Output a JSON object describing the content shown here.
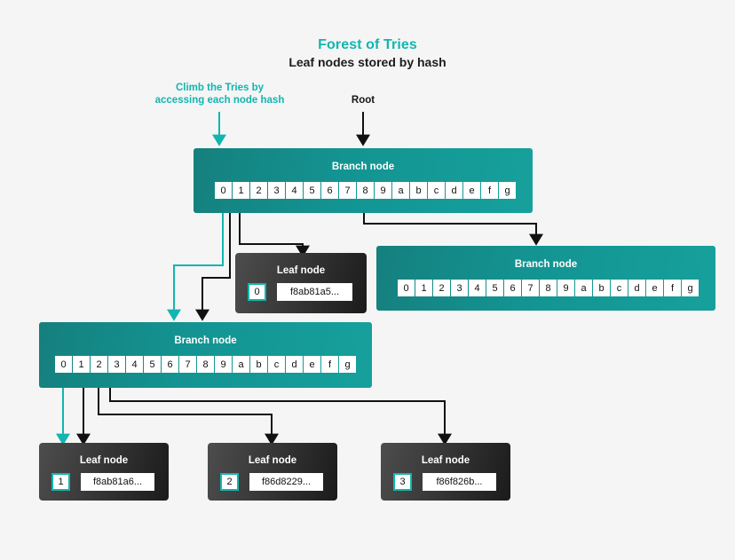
{
  "header": {
    "title": "Forest of Tries",
    "subtitle": "Leaf nodes stored by hash"
  },
  "annotations": {
    "climb": "Climb the Tries by\naccessing each node hash",
    "root": "Root"
  },
  "colors": {
    "accent_teal": "#12b5b0",
    "branch_fill": "#15807e",
    "leaf_fill": "#1b1b1b",
    "background": "#f5f5f5",
    "wire_black": "#111111"
  },
  "nibbles": [
    "0",
    "1",
    "2",
    "3",
    "4",
    "5",
    "6",
    "7",
    "8",
    "9",
    "a",
    "b",
    "c",
    "d",
    "e",
    "f",
    "g"
  ],
  "branch_nodes": [
    {
      "id": "root-branch",
      "label": "Branch node"
    },
    {
      "id": "right-branch",
      "label": "Branch node"
    },
    {
      "id": "lower-branch",
      "label": "Branch node"
    }
  ],
  "leaf_nodes": [
    {
      "id": "leaf-0",
      "label": "Leaf node",
      "index": "0",
      "hash": "f8ab81a5..."
    },
    {
      "id": "leaf-1",
      "label": "Leaf node",
      "index": "1",
      "hash": "f8ab81a6..."
    },
    {
      "id": "leaf-2",
      "label": "Leaf node",
      "index": "2",
      "hash": "f86d8229..."
    },
    {
      "id": "leaf-3",
      "label": "Leaf node",
      "index": "3",
      "hash": "f86f826b..."
    }
  ]
}
